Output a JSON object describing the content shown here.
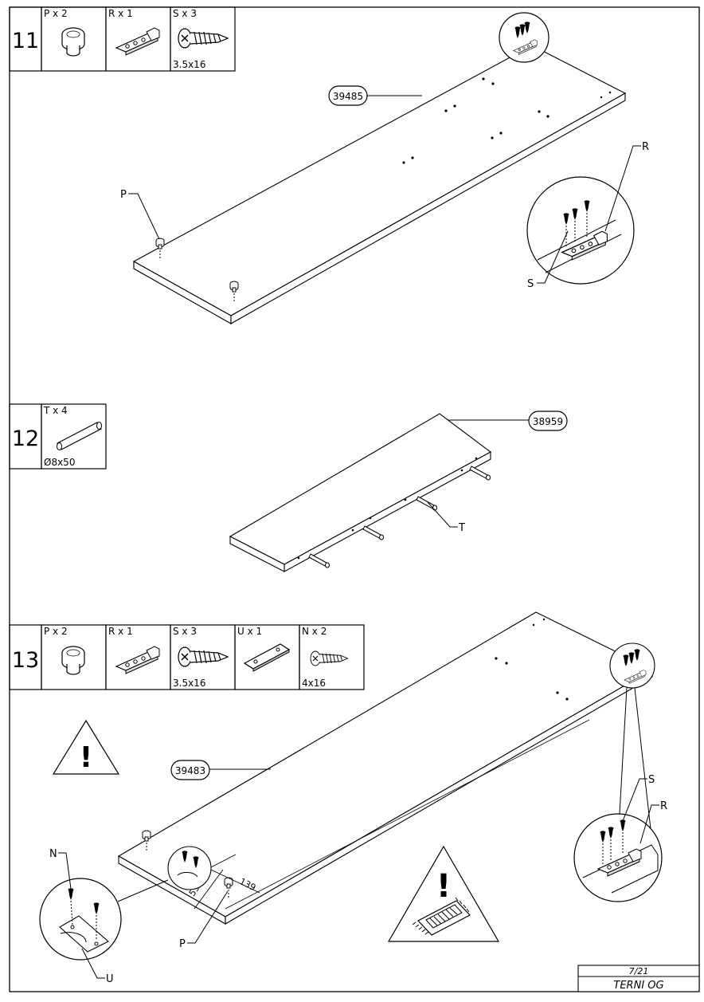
{
  "steps": [
    {
      "number": "11",
      "parts": [
        {
          "label": "P x 2",
          "size": "",
          "icon": "knob-icon"
        },
        {
          "label": "R x 1",
          "size": "",
          "icon": "bracket-icon"
        },
        {
          "label": "S x 3",
          "size": "3.5x16",
          "icon": "screw-icon"
        }
      ],
      "panel_code": "39485",
      "callouts": {
        "p": "P",
        "r": "R",
        "s": "S"
      }
    },
    {
      "number": "12",
      "parts": [
        {
          "label": "T x 4",
          "size": "Ø8x50",
          "icon": "dowel-icon"
        }
      ],
      "panel_code": "38959",
      "callouts": {
        "t": "T"
      }
    },
    {
      "number": "13",
      "parts": [
        {
          "label": "P x 2",
          "size": "",
          "icon": "knob-icon"
        },
        {
          "label": "R x 1",
          "size": "",
          "icon": "bracket-icon"
        },
        {
          "label": "S x 3",
          "size": "3.5x16",
          "icon": "screw-icon"
        },
        {
          "label": "U x 1",
          "size": "",
          "icon": "plate-icon"
        },
        {
          "label": "N x 2",
          "size": "4x16",
          "icon": "screw-icon"
        }
      ],
      "panel_code": "39483",
      "callouts": {
        "n": "N",
        "p": "P",
        "r": "R",
        "s": "S",
        "u": "U"
      },
      "dimensions": [
        "139",
        "55"
      ],
      "warnings": [
        "!",
        "!"
      ]
    }
  ],
  "footer": {
    "page": "7/21",
    "product": "TERNI OG"
  }
}
